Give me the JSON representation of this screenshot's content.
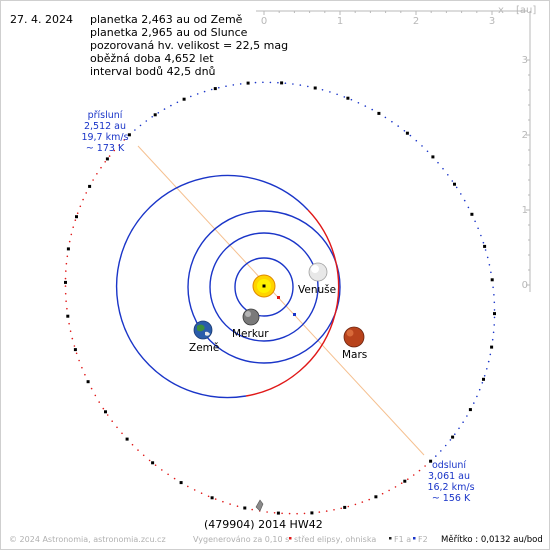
{
  "date": "27. 4. 2024",
  "info_lines": [
    "planetka 2,463 au od Země",
    "planetka 2,965 au od Slunce",
    "pozorovaná hv. velikost = 22,5 mag",
    "oběžná doba 4,652 let",
    "interval bodů 42,5 dnů"
  ],
  "axis": {
    "x_label": "x",
    "unit": "[au]",
    "x_ticks": [
      "0",
      "1",
      "2",
      "3"
    ],
    "y_ticks": [
      "3",
      "2",
      "1",
      "0"
    ]
  },
  "perihelion": {
    "title": "přísluní",
    "distance": "2,512 au",
    "speed": "19,7 km/s",
    "temperature": "~ 173 K"
  },
  "aphelion": {
    "title": "odsluní",
    "distance": "3,061 au",
    "speed": "16,2 km/s",
    "temperature": "~ 156 K"
  },
  "planets": {
    "venus": "Venuše",
    "mercury": "Merkur",
    "earth": "Země",
    "mars": "Mars"
  },
  "asteroid_name": "(479904) 2014 HW42",
  "footer": {
    "copyright": "© 2024 Astronomia, astronomia.zcu.cz",
    "generated": "Vygenerováno za 0,10 s",
    "legend_center": "střed elipsy, ohniska",
    "legend_f1": "F1 a",
    "legend_f2": "F2",
    "scale": "Měřítko : 0,0132 au/bod"
  },
  "colors": {
    "orbit_blue": "#1a35c8",
    "orbit_red": "#e01818",
    "apsis_line": "#f5c090",
    "label_blue": "#1a35c8",
    "axis_gray": "#b8b8b8",
    "footer_gray": "#b0b0b0"
  }
}
